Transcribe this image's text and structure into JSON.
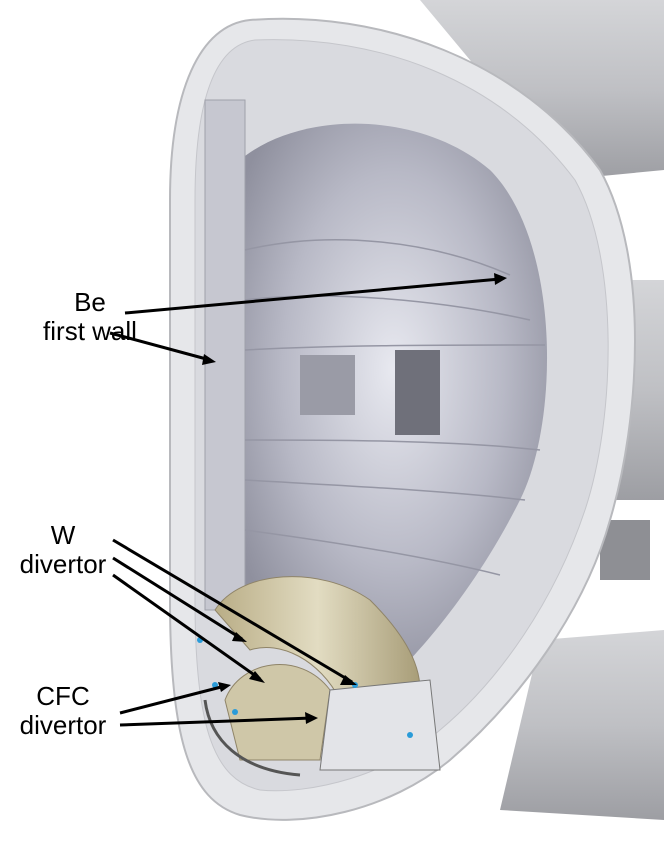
{
  "labels": {
    "be_first_wall": [
      "Be",
      "first wall"
    ],
    "w_divertor": [
      "W",
      "divertor"
    ],
    "cfc_divertor": [
      "CFC",
      "divertor"
    ]
  },
  "colors": {
    "shell": "#e6e7ea",
    "interior": "#a9aab8",
    "divertor": "#d8d0b0",
    "arrow": "#000000"
  }
}
